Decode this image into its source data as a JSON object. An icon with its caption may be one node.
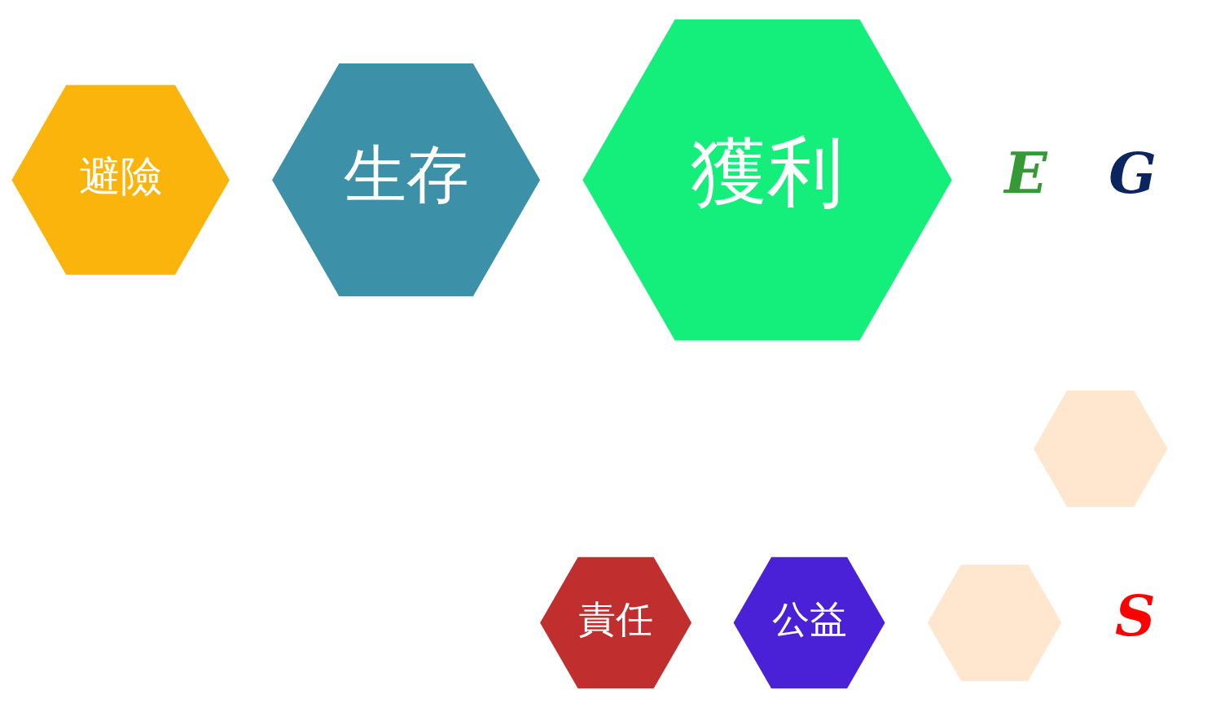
{
  "diagram": {
    "nodes": [
      {
        "text": [
          "避險"
        ]
      },
      {
        "text": [
          "生存"
        ]
      },
      {
        "text": [
          "獲利"
        ]
      },
      {
        "text": [],
        "shape": "hexagon"
      },
      {
        "text": [
          "責任"
        ]
      },
      {
        "text": [
          "公益"
        ]
      },
      {
        "text": [],
        "shape": "hexagon"
      }
    ],
    "edges": [],
    "labels": [
      "E",
      "G",
      "S"
    ]
  }
}
